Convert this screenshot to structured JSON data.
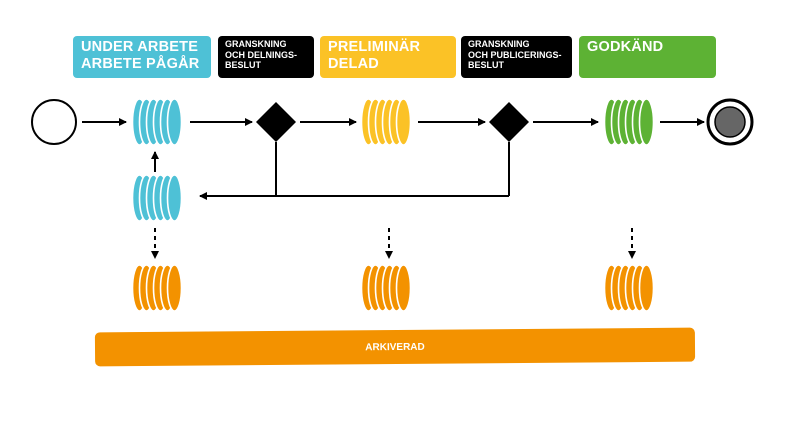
{
  "colors": {
    "blue": "#4ec1d6",
    "black": "#000000",
    "yellow": "#fbc226",
    "green": "#5db234",
    "orange": "#f39200",
    "end_fill": "#666666"
  },
  "stages": {
    "under_arbete": {
      "line1": "UNDER ARBETE",
      "line2": "ARBETE PÅGÅR"
    },
    "granskning_delning": {
      "line1": "GRANSKNING",
      "line2": "OCH DELNINGS-",
      "line3": "BESLUT"
    },
    "preliminar": {
      "line1": "PRELIMINÄR",
      "line2": "DELAD"
    },
    "granskning_publicering": {
      "line1": "GRANSKNING",
      "line2": "OCH PUBLICERINGS-",
      "line3": "BESLUT"
    },
    "godkand": {
      "line1": "GODKÄND"
    }
  },
  "archive": {
    "label": "ARKIVERAD"
  }
}
